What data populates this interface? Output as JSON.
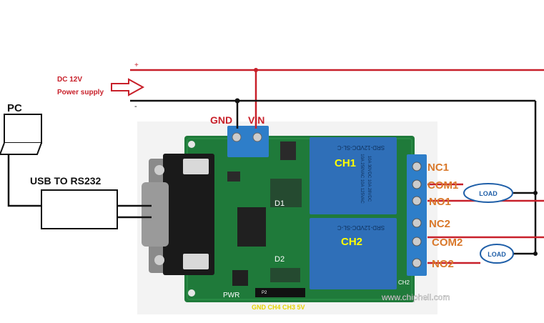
{
  "diagram": {
    "power": {
      "title": "DC 12V",
      "subtitle": "Power supply",
      "plus": "+",
      "minus": "-"
    },
    "pc": {
      "label": "PC"
    },
    "usb": {
      "label": "USB TO RS232"
    },
    "terminals": {
      "gnd": "GND",
      "vin": "VIN"
    },
    "relays": {
      "ch1": "CH1",
      "ch2": "CH2",
      "relay_print_1": "SRD-12VDC-SL-C",
      "relay_print_2": "SRD-12VDC-SL-C",
      "relay_rating_a": "10A 250VAC 10A 125VAC",
      "relay_rating_b": "10A 30VDC 10A 28VDC"
    },
    "outputs": [
      "NC1",
      "COM1",
      "NO1",
      "NC2",
      "COM2",
      "NO2"
    ],
    "load_labels": [
      "LOAD",
      "LOAD"
    ],
    "header_pins": "GND CH4 CH3 5V",
    "board_marks": {
      "d1": "D1",
      "d2": "D2",
      "pwr": "PWR",
      "ch2_small": "CH2",
      "p2": "P2"
    },
    "watermark": "www.chiphell.com",
    "colors": {
      "red_wire": "#c8202a",
      "black_wire": "#111111",
      "pcb": "#1f7a3a",
      "relay": "#2f6fb8",
      "terminal": "#2e7ec9",
      "label_orange": "#d9782a",
      "load_blue": "#1f5fa8"
    }
  }
}
